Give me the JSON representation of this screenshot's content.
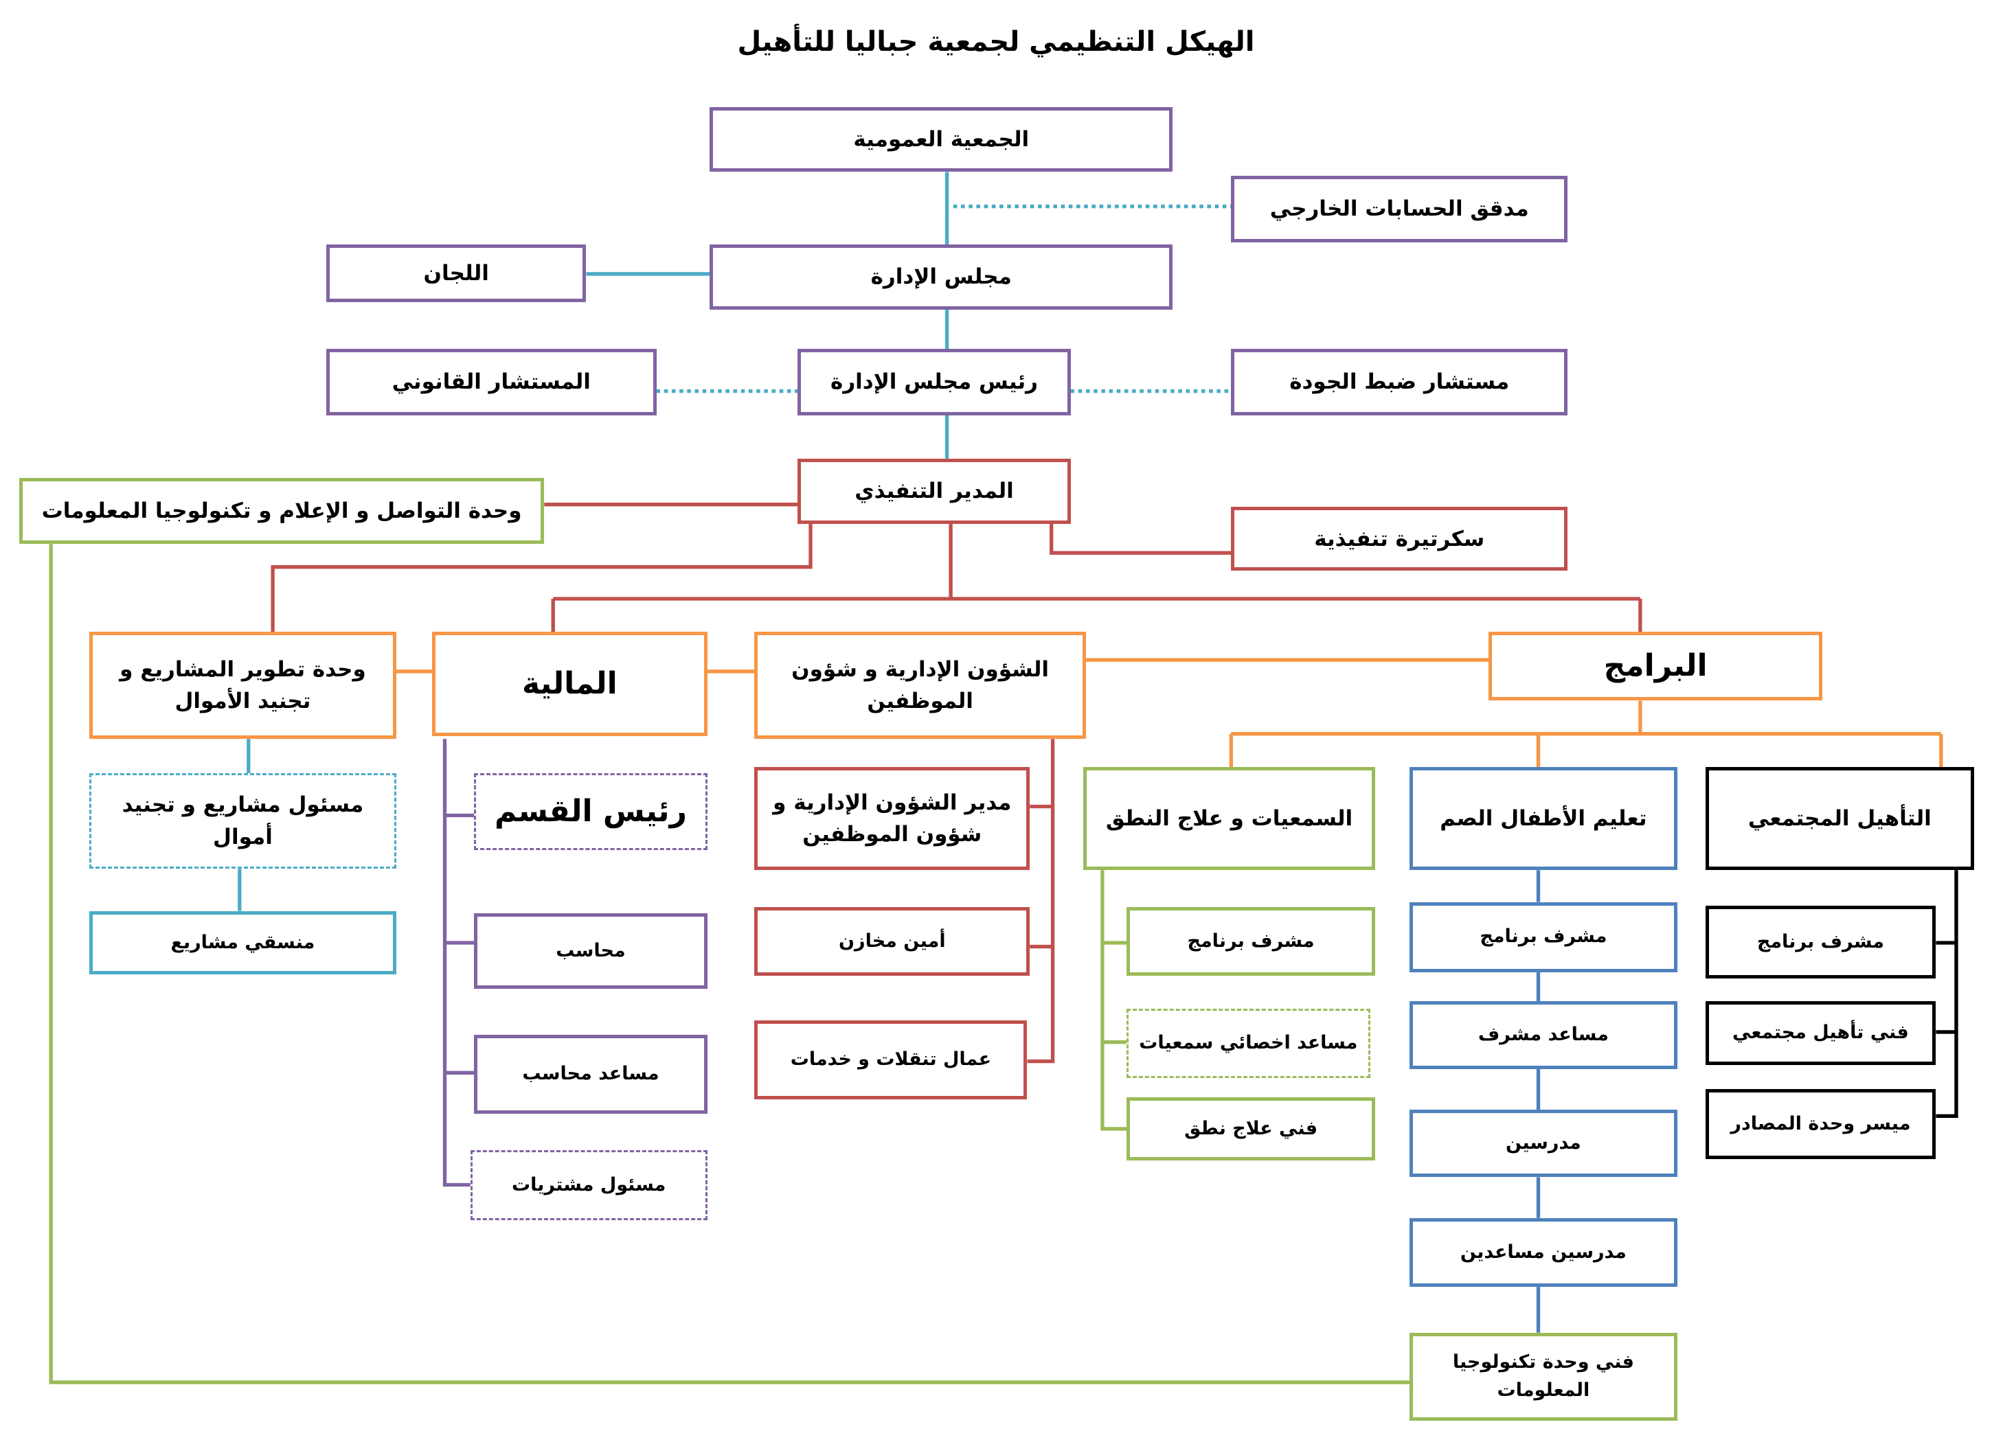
{
  "title": "الهيكل التنظيمي لجمعية جباليا للتأهيل",
  "colors": {
    "purple": "#8064a2",
    "teal": "#4bacc6",
    "red": "#c0504d",
    "green": "#9bbb59",
    "orange": "#f79646",
    "blue": "#4f81bd",
    "black": "#000000"
  },
  "nodes": {
    "general_assembly": "الجمعية العمومية",
    "external_auditor": "مدقق الحسابات الخارجي",
    "board": "مجلس الإدارة",
    "committees": "اللجان",
    "board_chair": "رئيس مجلس الإدارة",
    "legal_advisor": "المستشار القانوني",
    "quality_advisor": "مستشار ضبط الجودة",
    "executive_director": "المدير التنفيذي",
    "comms_it_unit": "وحدة التواصل و الإعلام و تكنولوجيا المعلومات",
    "executive_secretary": "سكرتيرة تنفيذية",
    "projects_dev_unit": "وحدة تطوير المشاريع و تجنيد الأموال",
    "finance": "المالية",
    "admin_hr": "الشؤون الإدارية و شؤون الموظفين",
    "programs": "البرامج",
    "projects_officer": "مسئول مشاريع و تجنيد أموال",
    "projects_coordinator": "منسقي مشاريع",
    "dept_head": "رئيس القسم",
    "accountant": "محاسب",
    "assistant_accountant": "مساعد محاسب",
    "purchasing_officer": "مسئول مشتريات",
    "admin_hr_manager": "مدير الشؤون الإدارية و شؤون الموظفين",
    "storekeeper": "أمين مخازن",
    "transport_workers": "عمال تنقلات و خدمات",
    "audiology_speech": "السمعيات و علاج النطق",
    "deaf_education": "تعليم الأطفال الصم",
    "community_rehab": "التأهيل المجتمعي",
    "as_program_supervisor": "مشرف برنامج",
    "audiology_specialist_assistant": "مساعد اخصائي سمعيات",
    "speech_therapy_tech": "فني علاج نطق",
    "de_program_supervisor": "مشرف برنامج",
    "assistant_supervisor": "مساعد مشرف",
    "teachers": "مدرسين",
    "assistant_teachers": "مدرسين مساعدين",
    "it_unit_tech": "فني وحدة تكنولوجيا المعلومات",
    "cr_program_supervisor": "مشرف برنامج",
    "cr_technician": "فني تأهيل مجتمعي",
    "resource_unit_facilitator": "ميسر وحدة المصادر"
  }
}
